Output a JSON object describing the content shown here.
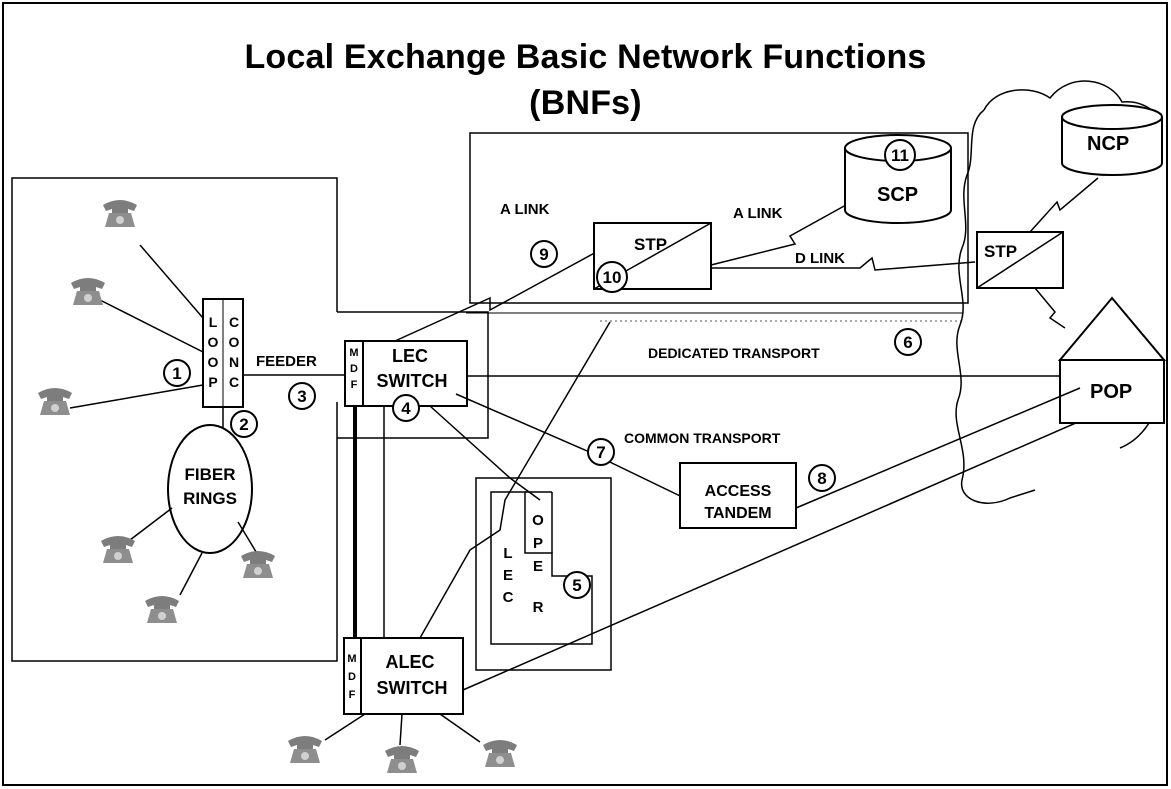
{
  "title": {
    "line1": "Local Exchange Basic Network Functions",
    "line2": "(BNFs)"
  },
  "nodes": {
    "ncp": "NCP",
    "scp": "SCP",
    "stp_local": "STP",
    "stp_remote": "STP",
    "pop": "POP",
    "lec_switch": [
      "LEC",
      "SWITCH"
    ],
    "alec_switch": [
      "ALEC",
      "SWITCH"
    ],
    "access_tandem": [
      "ACCESS",
      "TANDEM"
    ],
    "fiber_rings": [
      "FIBER",
      "RINGS"
    ],
    "loop": [
      "L",
      "O",
      "O",
      "P"
    ],
    "conc": [
      "C",
      "O",
      "N",
      "C"
    ],
    "mdf": [
      "M",
      "D",
      "F"
    ],
    "lec_oper_left": [
      "L",
      "E",
      "C"
    ],
    "lec_oper_right": [
      "O",
      "P",
      "E",
      "R"
    ]
  },
  "links": {
    "a_link_left": "A LINK",
    "a_link_right": "A LINK",
    "d_link": "D LINK",
    "feeder": "FEEDER",
    "dedicated_transport": "DEDICATED TRANSPORT",
    "common_transport": "COMMON TRANSPORT"
  },
  "markers": [
    "1",
    "2",
    "3",
    "4",
    "5",
    "6",
    "7",
    "8",
    "9",
    "10",
    "11"
  ],
  "icons": {
    "telephone": "telephone-icon"
  },
  "colors": {
    "line": "#000000",
    "phone": "#7d7d7d",
    "background": "#ffffff"
  }
}
